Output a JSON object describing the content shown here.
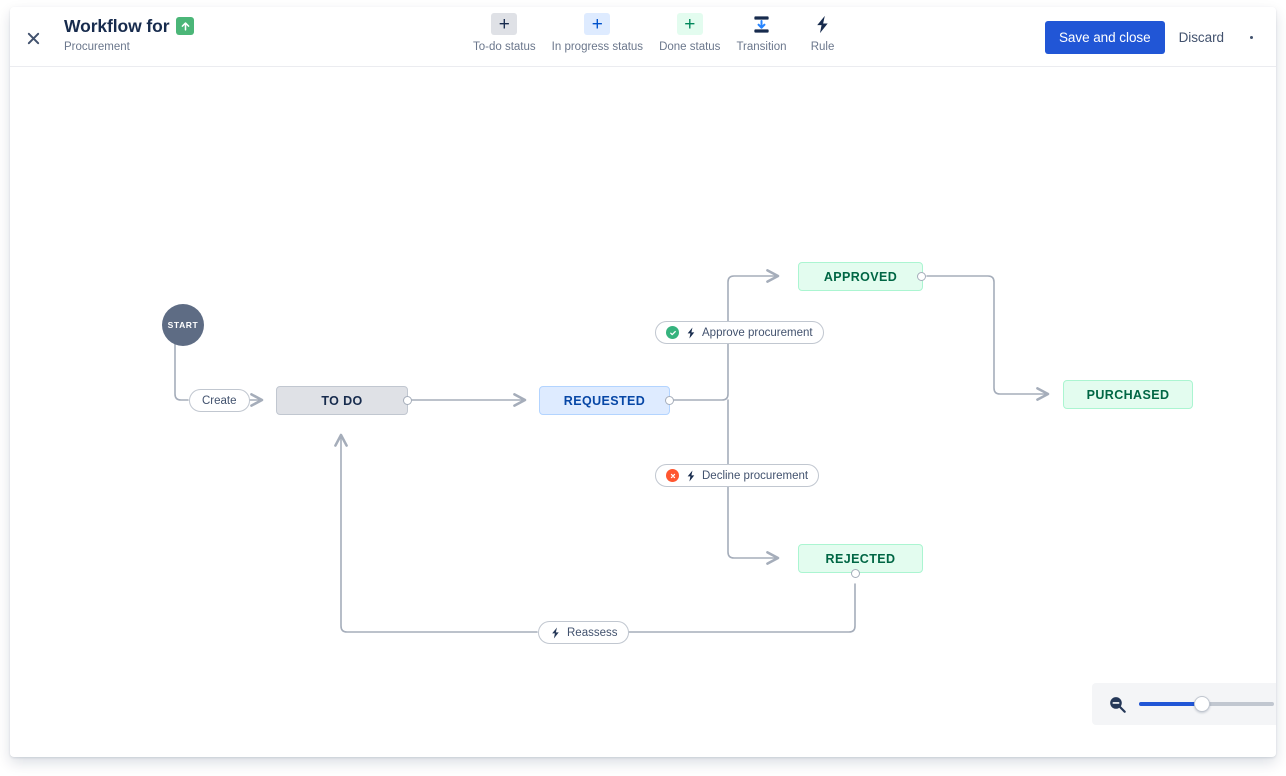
{
  "header": {
    "close_icon": "close-icon",
    "title": "Workflow for",
    "title_icon": "task-up-arrow-icon",
    "subtitle": "Procurement",
    "toolbar": [
      {
        "glyph": "+",
        "label": "To-do status",
        "icon": "plus-icon",
        "style": "todo"
      },
      {
        "glyph": "+",
        "label": "In progress status",
        "icon": "plus-icon",
        "style": "progress"
      },
      {
        "glyph": "+",
        "label": "Done status",
        "icon": "plus-icon",
        "style": "done"
      },
      {
        "glyph": "",
        "label": "Transition",
        "icon": "transition-icon",
        "style": "plain"
      },
      {
        "glyph": "",
        "label": "Rule",
        "icon": "lightning-bolt-icon",
        "style": "plain"
      }
    ],
    "save_label": "Save and close",
    "discard_label": "Discard",
    "more_icon": "more-options-icon"
  },
  "diagram": {
    "start_label": "START",
    "nodes": [
      {
        "id": "todo",
        "label": "TO DO",
        "style": "todo"
      },
      {
        "id": "requested",
        "label": "REQUESTED",
        "style": "progress"
      },
      {
        "id": "approved",
        "label": "APPROVED",
        "style": "done"
      },
      {
        "id": "rejected",
        "label": "REJECTED",
        "style": "done"
      },
      {
        "id": "purchased",
        "label": "PURCHASED",
        "style": "done"
      }
    ],
    "transitions": [
      {
        "id": "create",
        "label": "Create",
        "badge": "none",
        "rule": false
      },
      {
        "id": "approve",
        "label": "Approve procurement",
        "badge": "success",
        "rule": true
      },
      {
        "id": "decline",
        "label": "Decline procurement",
        "badge": "error",
        "rule": true
      },
      {
        "id": "reassess",
        "label": "Reassess",
        "badge": "none",
        "rule": true
      }
    ]
  },
  "zoom_control": {
    "zoom_out_icon": "zoom-out-icon",
    "value_percent": 40
  },
  "colors": {
    "accent": "#2156d6",
    "todo_bg": "#dfe1e6",
    "progress_bg": "#deebff",
    "done_bg": "#e3fcef",
    "start_bg": "#5e6c84",
    "edge": "#a5adba",
    "success": "#36b37e",
    "error": "#ff5630"
  }
}
